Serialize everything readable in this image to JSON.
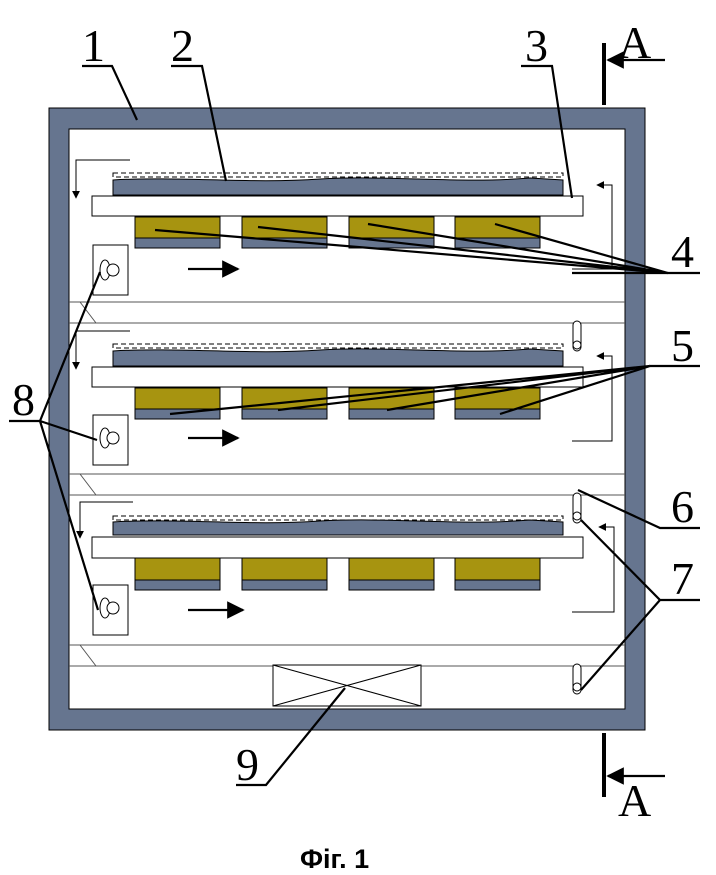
{
  "figure": {
    "caption": "Фіг. 1",
    "section_label": "А",
    "labels": [
      "1",
      "2",
      "3",
      "4",
      "5",
      "6",
      "7",
      "8",
      "9"
    ]
  },
  "colors": {
    "housing": "#66758f",
    "heater_body": "#a79410",
    "heater_base": "#66758f",
    "product_layer": "#66758f",
    "line": "#000000",
    "background": "#ffffff"
  }
}
